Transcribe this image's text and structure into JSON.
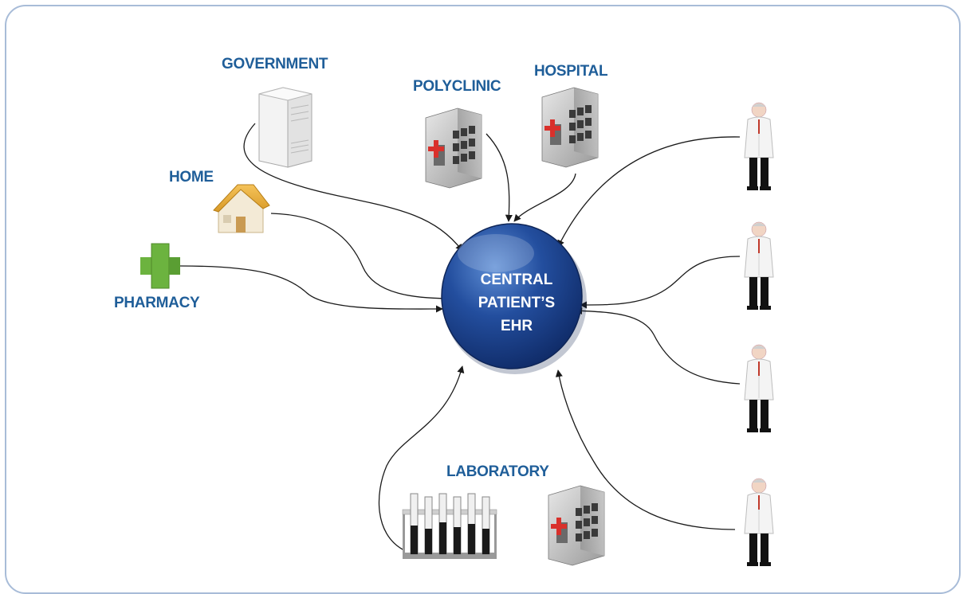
{
  "center": {
    "line1": "CENTRAL",
    "line2": "PATIENT’S",
    "line3": "EHR"
  },
  "nodes": {
    "government": "GOVERNMENT",
    "home": "HOME",
    "pharmacy": "PHARMACY",
    "polyclinic": "POLYCLINIC",
    "hospital": "HOSPITAL",
    "laboratory": "LABORATORY"
  },
  "colors": {
    "label": "#1f5e99",
    "hub": "#1d3f8a",
    "frame": "#a8bcd8",
    "pharmacy_cross": "#6cb33f",
    "red_cross": "#d9302b"
  },
  "icons": {
    "government": "server-icon",
    "home": "house-icon",
    "pharmacy": "green-cross-icon",
    "polyclinic": "clinic-building-icon",
    "hospital": "hospital-building-icon",
    "laboratory": "test-tube-rack-icon",
    "lab_building": "clinic-building-icon",
    "doctors": [
      "doctor-icon",
      "doctor-icon",
      "doctor-icon",
      "doctor-icon"
    ]
  }
}
